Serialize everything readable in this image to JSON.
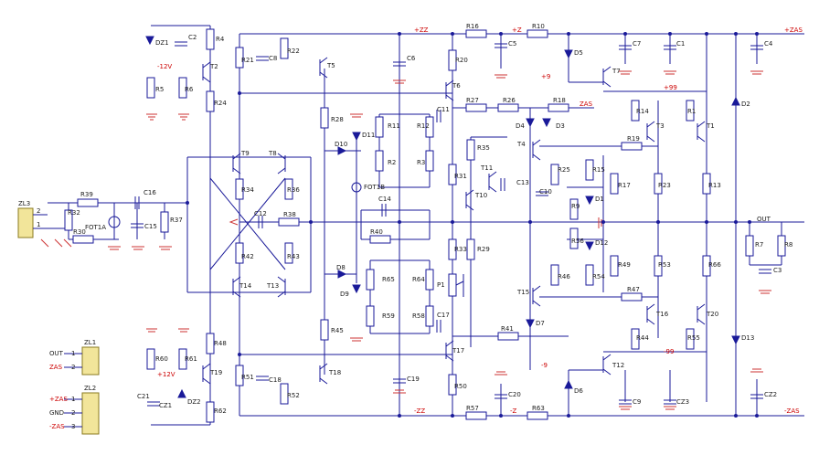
{
  "diagram": {
    "rails": {
      "pos_zz": "+ZZ",
      "neg_zz": "-ZZ",
      "pos_z": "+Z",
      "neg_z": "-Z",
      "pos_zas": "+ZAS",
      "neg_zas": "-ZAS",
      "pos_9": "+9",
      "neg_9": "-9",
      "pos_99": "+99",
      "neg_99": "-99",
      "pos_12v": "+12V",
      "neg_12v": "-12V",
      "out": "OUT"
    },
    "connectors": [
      {
        "ref": "ZL3",
        "pins": [
          "2",
          "1"
        ]
      },
      {
        "ref": "ZL1",
        "pins": [
          {
            "num": "1",
            "name": "OUT"
          },
          {
            "num": "2",
            "name": "ZAS"
          }
        ]
      },
      {
        "ref": "ZL2",
        "pins": [
          {
            "num": "1",
            "name": "+ZAS"
          },
          {
            "num": "2",
            "name": "GND"
          },
          {
            "num": "3",
            "name": "-ZAS"
          }
        ]
      }
    ],
    "resistors": [
      "R1",
      "R2",
      "R3",
      "R4",
      "R5",
      "R6",
      "R7",
      "R8",
      "R9",
      "R10",
      "R11",
      "R12",
      "R13",
      "R14",
      "R15",
      "R16",
      "R17",
      "R18",
      "R19",
      "R20",
      "R21",
      "R22",
      "R23",
      "R24",
      "R25",
      "R26",
      "R27",
      "R28",
      "R29",
      "R30",
      "R31",
      "R32",
      "R33",
      "R34",
      "R35",
      "R36",
      "R37",
      "R38",
      "R39",
      "R40",
      "R41",
      "R42",
      "R43",
      "R44",
      "R45",
      "R46",
      "R47",
      "R48",
      "R49",
      "R50",
      "R51",
      "R52",
      "R53",
      "R54",
      "R55",
      "R56",
      "R57",
      "R58",
      "R59",
      "R60",
      "R61",
      "R62",
      "R63",
      "R64",
      "R65",
      "R66"
    ],
    "capacitors": [
      "C1",
      "C2",
      "C3",
      "C4",
      "C5",
      "C6",
      "C7",
      "C8",
      "C9",
      "C10",
      "C11",
      "C12",
      "C13",
      "C14",
      "C15",
      "C16",
      "C17",
      "C18",
      "C19",
      "C20",
      "C21",
      "CZ1",
      "CZ2",
      "CZ3"
    ],
    "transistors": [
      "T1",
      "T2",
      "T3",
      "T4",
      "T5",
      "T6",
      "T7",
      "T8",
      "T9",
      "T10",
      "T11",
      "T12",
      "T13",
      "T14",
      "T15",
      "T16",
      "T17",
      "T18",
      "T19",
      "T20"
    ],
    "diodes": [
      "D1",
      "D2",
      "D3",
      "D4",
      "D5",
      "D6",
      "D7",
      "D8",
      "D9",
      "D10",
      "D11",
      "D12",
      "D13",
      "DZ1",
      "DZ2"
    ],
    "misc": {
      "pot": "P1",
      "opto_a": "FOT1A",
      "opto_b": "FOT1B"
    }
  }
}
